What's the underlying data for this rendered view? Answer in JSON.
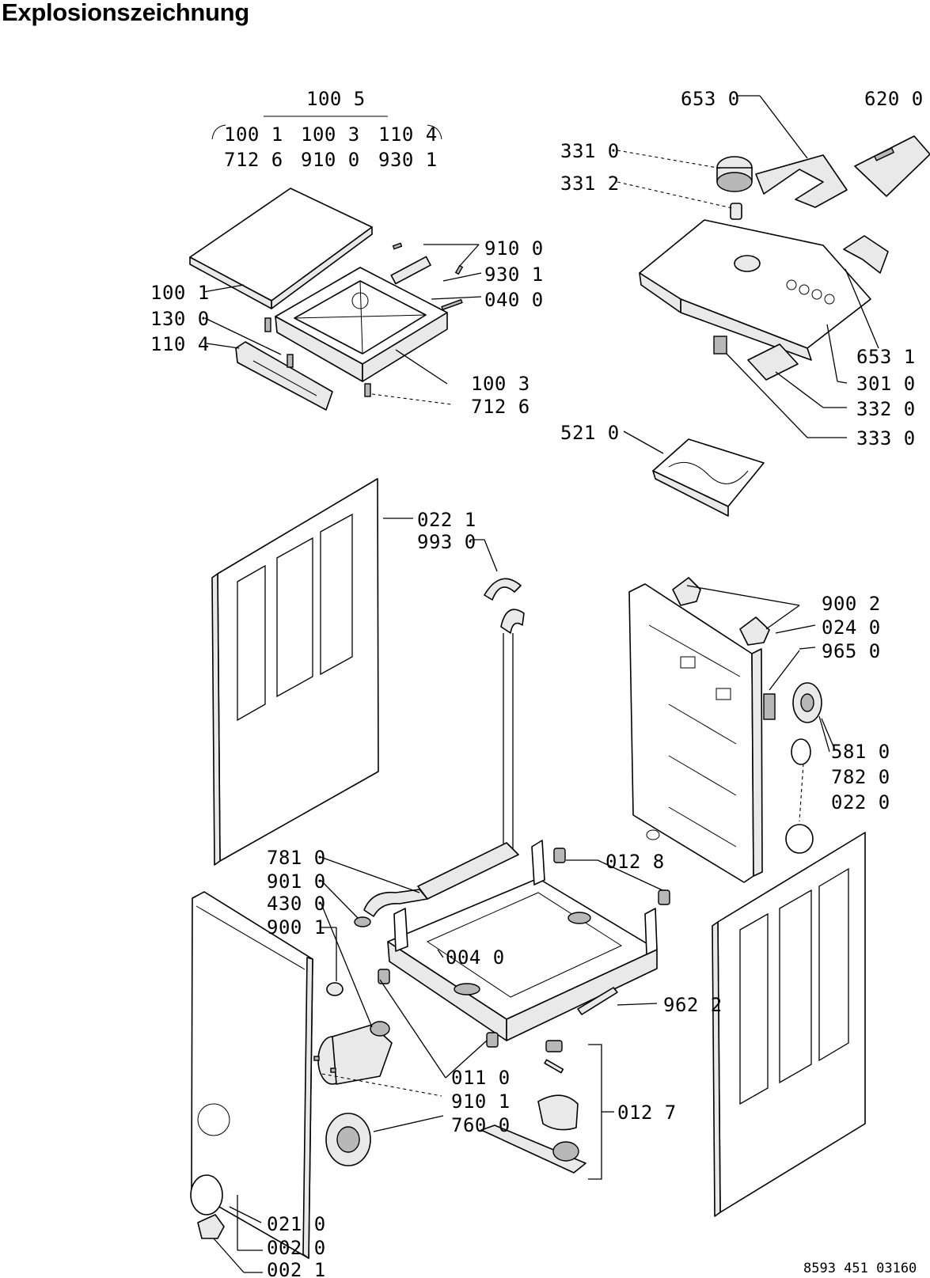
{
  "title": "Explosionszeichnung",
  "document_number": "8593 451 03160",
  "labels": {
    "l1005": "100 5",
    "l1001a": "100 1",
    "l1003a": "100 3",
    "l1104a": "110 4",
    "l7126a": "712 6",
    "l9100a": "910 0",
    "l9301a": "930 1",
    "l9100b": "910 0",
    "l9301b": "930 1",
    "l0400": "040 0",
    "l1001b": "100 1",
    "l1300": "130 0",
    "l1104b": "110 4",
    "l1003b": "100 3",
    "l7126b": "712 6",
    "l6530": "653 0",
    "l6200": "620 0",
    "l3310": "331 0",
    "l3312": "331 2",
    "l6531": "653 1",
    "l3010": "301 0",
    "l3320": "332 0",
    "l3330": "333 0",
    "l5210": "521 0",
    "l0221": "022 1",
    "l9930": "993 0",
    "l9002": "900 2",
    "l0240": "024 0",
    "l9650": "965 0",
    "l5810": "581 0",
    "l7820": "782 0",
    "l0220": "022 0",
    "l7810": "781 0",
    "l9010": "901 0",
    "l4300": "430 0",
    "l9001": "900 1",
    "l0128": "012 8",
    "l0040": "004 0",
    "l9622": "962 2",
    "l0110": "011 0",
    "l9101": "910 1",
    "l7600": "760 0",
    "l0127": "012 7",
    "l0210": "021 0",
    "l0020": "002 0",
    "l0021": "002 1"
  }
}
